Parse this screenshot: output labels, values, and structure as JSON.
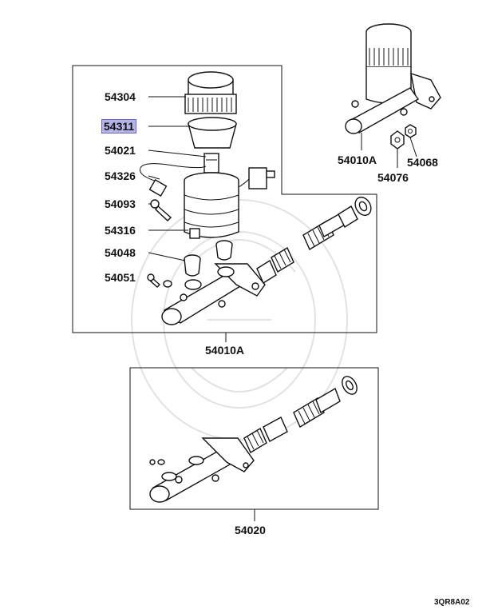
{
  "diagram": {
    "callouts": [
      {
        "id": "54304",
        "label": "54304",
        "highlighted": false
      },
      {
        "id": "54311",
        "label": "54311",
        "highlighted": true
      },
      {
        "id": "54021",
        "label": "54021",
        "highlighted": false
      },
      {
        "id": "54326",
        "label": "54326",
        "highlighted": false
      },
      {
        "id": "54093",
        "label": "54093",
        "highlighted": false
      },
      {
        "id": "54316",
        "label": "54316",
        "highlighted": false
      },
      {
        "id": "54048",
        "label": "54048",
        "highlighted": false
      },
      {
        "id": "54051",
        "label": "54051",
        "highlighted": false
      },
      {
        "id": "54010A_main",
        "label": "54010A",
        "highlighted": false
      },
      {
        "id": "54010A_top",
        "label": "54010A",
        "highlighted": false
      },
      {
        "id": "54068",
        "label": "54068",
        "highlighted": false
      },
      {
        "id": "54076",
        "label": "54076",
        "highlighted": false
      },
      {
        "id": "54020",
        "label": "54020",
        "highlighted": false
      }
    ],
    "figure_code": "3QR8A02",
    "highlight_color": "#b4b4e8"
  }
}
